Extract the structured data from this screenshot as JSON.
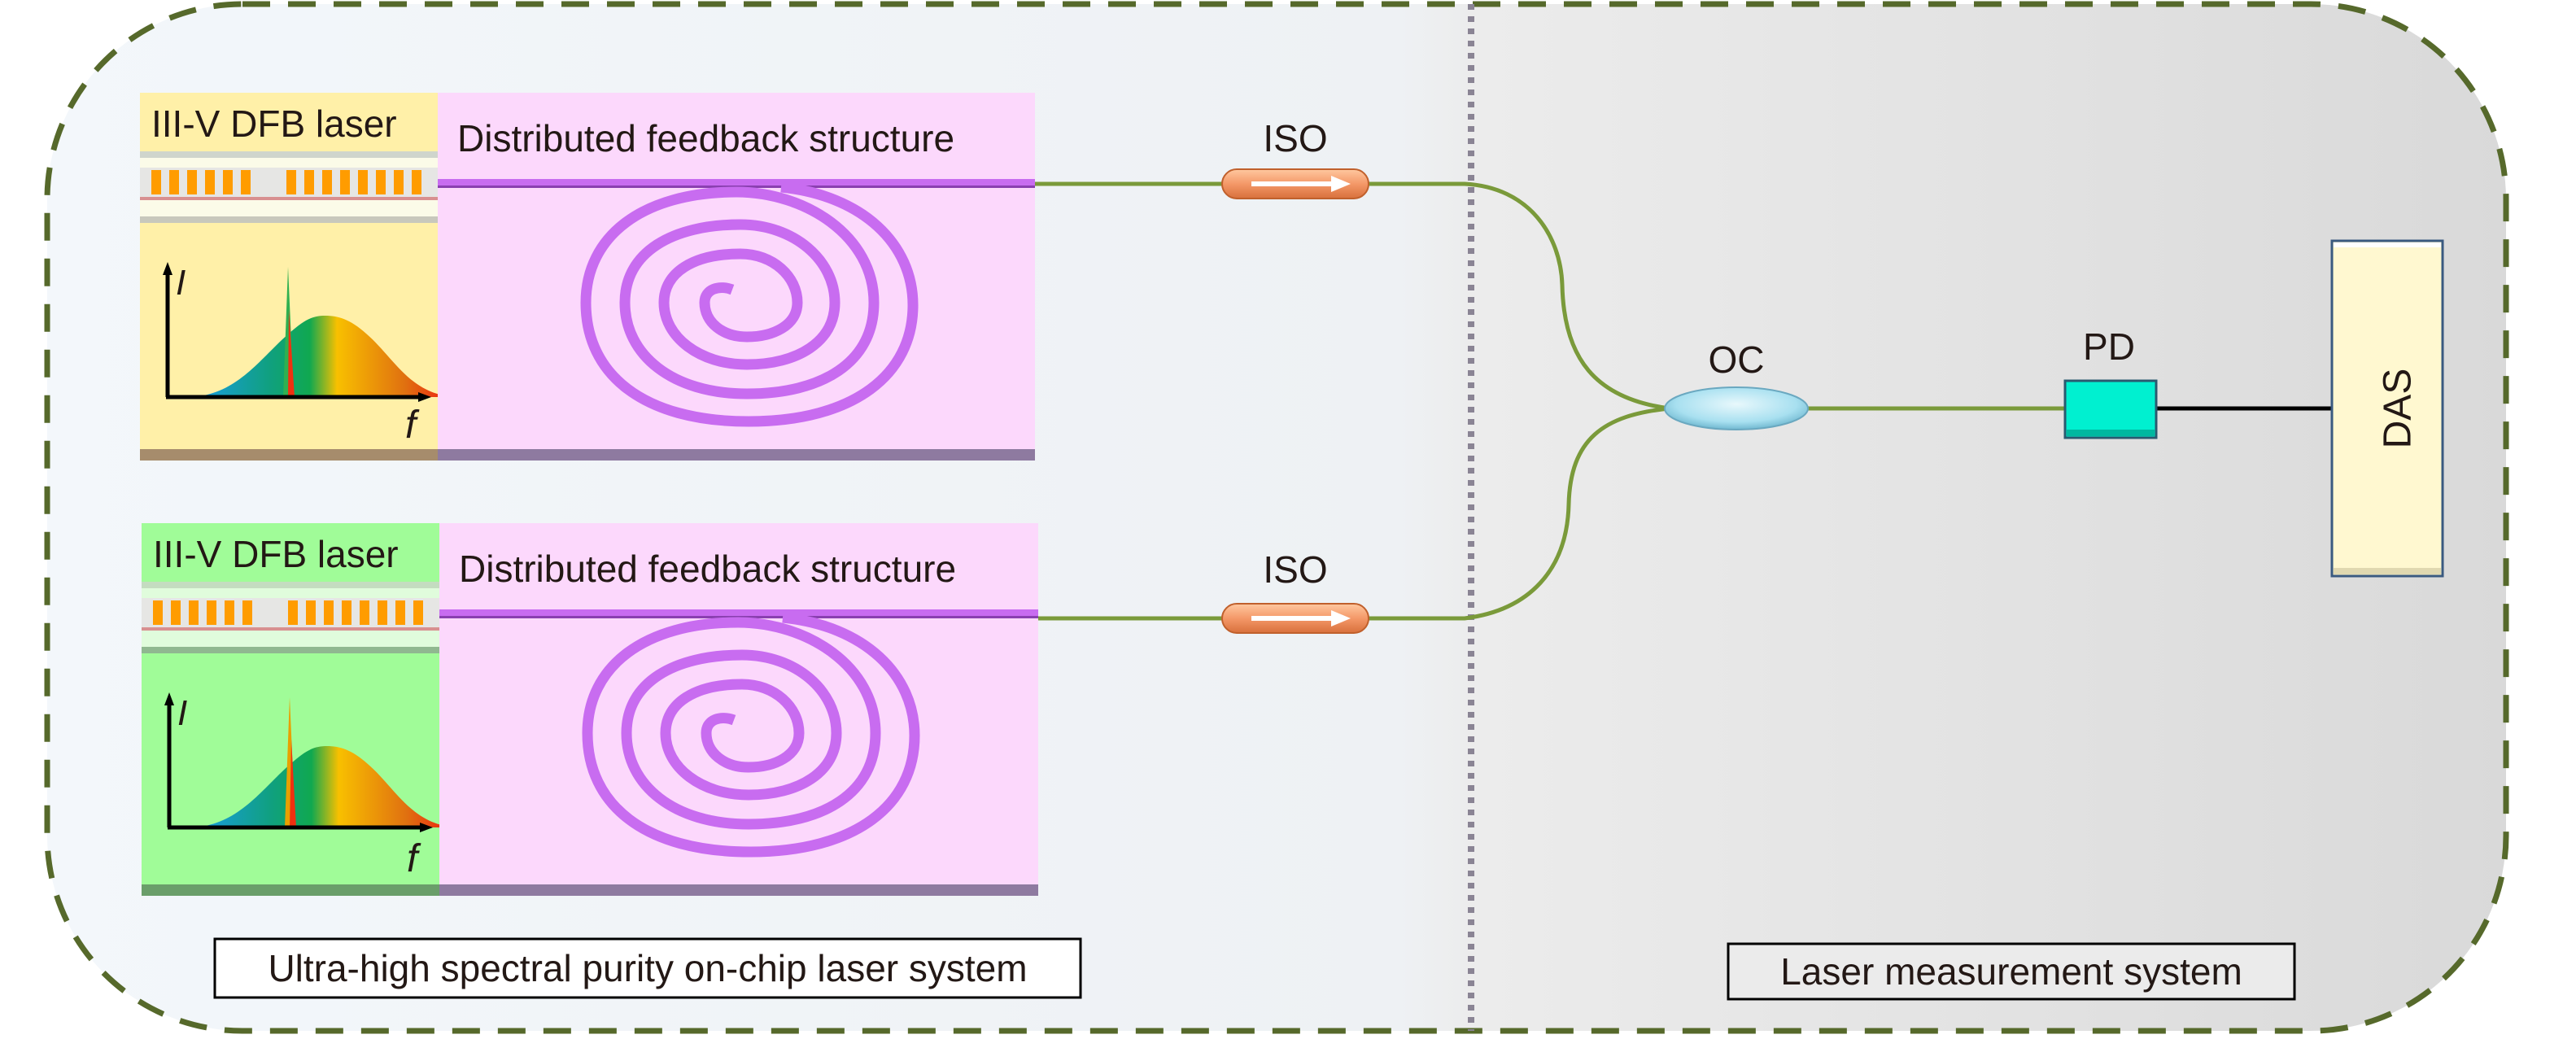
{
  "diagram": {
    "left_section": {
      "title": "Ultra-high spectral purity on-chip laser system",
      "lasers": [
        {
          "laser_label": "III-V DFB laser",
          "structure_label": "Distributed feedback structure",
          "isolator_label": "ISO",
          "spectrum_y_axis": "I",
          "spectrum_x_axis": "f",
          "laser_color": "#fff0a8"
        },
        {
          "laser_label": "III-V DFB laser",
          "structure_label": "Distributed feedback structure",
          "isolator_label": "ISO",
          "spectrum_y_axis": "I",
          "spectrum_x_axis": "f",
          "laser_color": "#a0fc98"
        }
      ]
    },
    "right_section": {
      "title": "Laser measurement system",
      "coupler_label": "OC",
      "photodetector_label": "PD",
      "das_label": "DAS"
    },
    "colors": {
      "border": "#56692b",
      "fiber": "#7a9a3a",
      "waveguide": "#c86cf0",
      "structure_bg": "#fcd8fc",
      "isolator": "#f49868",
      "coupler": "#a8e0f0",
      "photodetector": "#00f0d0",
      "das": "#fff8d0"
    }
  }
}
